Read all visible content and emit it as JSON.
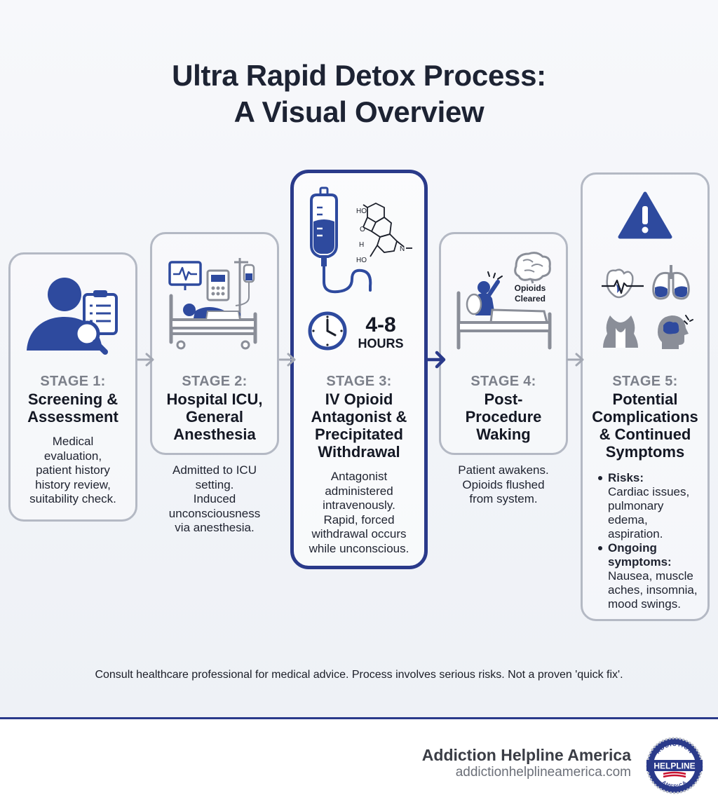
{
  "title": {
    "line1": "Ultra Rapid Detox Process:",
    "line2": "A Visual Overview"
  },
  "stages": [
    {
      "label": "STAGE 1:",
      "title_lines": [
        "Screening &",
        "Assessment"
      ],
      "desc_lines": [
        "Medical",
        "evaluation,",
        "patient history",
        "history review,",
        "suitability check."
      ],
      "icon": "doctor-clipboard-magnifier-icon"
    },
    {
      "label": "STAGE 2:",
      "title_lines": [
        "Hospital ICU,",
        "General",
        "Anesthesia"
      ],
      "desc_lines": [
        "Admitted to ICU",
        "setting.",
        "Induced",
        "unconsciousness",
        "via anesthesia."
      ],
      "icon": "icu-bed-monitor-iv-icon"
    },
    {
      "label": "STAGE 3:",
      "title_lines": [
        "IV Opioid",
        "Antagonist &",
        "Precipitated",
        "Withdrawal"
      ],
      "desc_lines": [
        "Antagonist",
        "administered",
        "intravenously.",
        "Rapid, forced",
        "withdrawal occurs",
        "while unconscious."
      ],
      "icon": "iv-bag-molecule-clock-icon",
      "duration_number": "4-8",
      "duration_unit": "HOURS",
      "molecule_labels": [
        "HO",
        "O",
        "H",
        "HO",
        "N"
      ]
    },
    {
      "label": "STAGE 4:",
      "title_lines": [
        "Post-",
        "Procedure",
        "Waking"
      ],
      "desc_lines": [
        "Patient awakens.",
        "Opioids flushed",
        "from system."
      ],
      "icon": "patient-waking-bed-brain-icon",
      "badge_lines": [
        "Opioids",
        "Cleared"
      ]
    },
    {
      "label": "STAGE 5:",
      "title_lines": [
        "Potential",
        "Complications",
        "& Continued",
        "Symptoms"
      ],
      "icon": "warning-triangle-organs-icon",
      "bullets": [
        {
          "head": "Risks:",
          "lines": [
            "Cardiac issues,",
            "pulmonary",
            "edema,",
            "aspiration."
          ]
        },
        {
          "head": "Ongoing",
          "head2": "symptoms:",
          "lines": [
            "Nausea, muscle",
            "aches, insomnia,",
            "mood swings."
          ]
        }
      ]
    }
  ],
  "footer_note": "Consult healthcare professional for medical advice. Process involves serious risks. Not a proven 'quick fix'.",
  "brand": {
    "name": "Addiction Helpline America",
    "url": "addictionhelplineamerica.com",
    "logo_arc_text": "ADDICTION",
    "logo_banner_text": "HELPLINE",
    "logo_bottom_text": "AMERICA"
  },
  "colors": {
    "accent": "#2a3a8a",
    "icon_blue": "#2e4a9e",
    "icon_gray": "#8a8e98",
    "card_border": "#b4b9c4",
    "stage_label": "#7c808a"
  }
}
